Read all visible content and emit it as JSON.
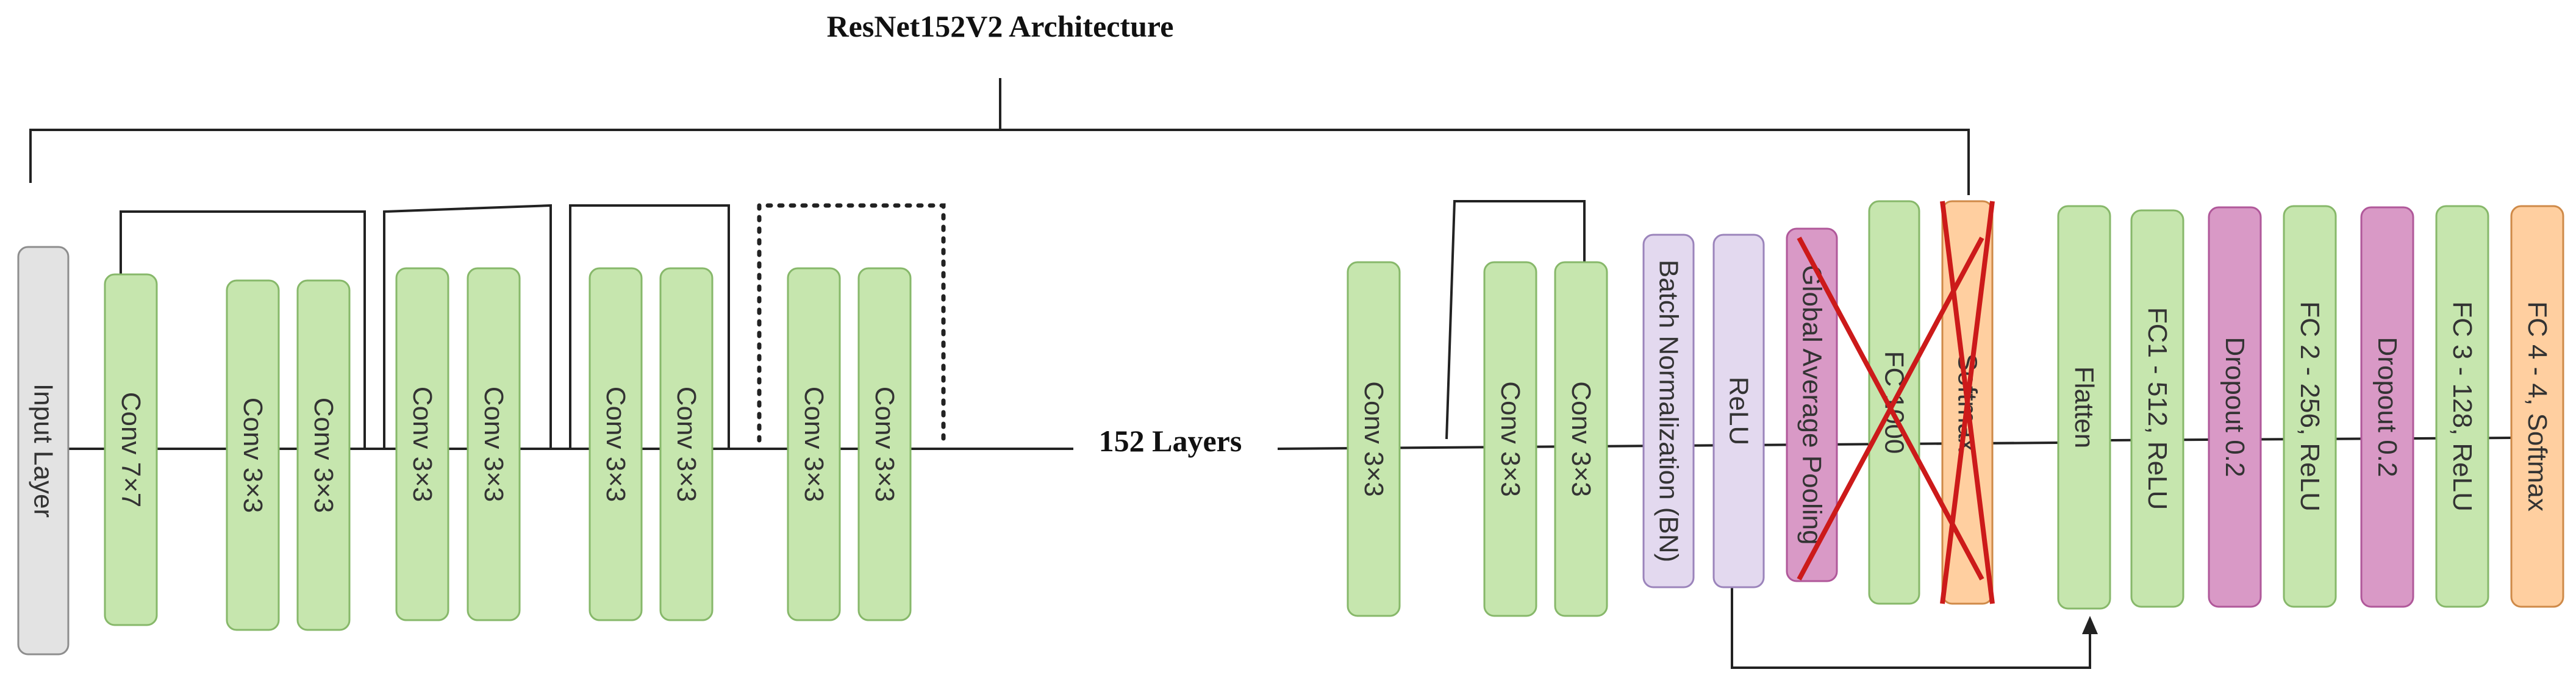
{
  "title": "ResNet152V2 Architecture",
  "middle_label": "152 Layers",
  "colors": {
    "green": "#c6e6ae",
    "green_border": "#87b86a",
    "gray": "#e3e3e3",
    "gray_border": "#8e8e8e",
    "purple": "#e3d9ef",
    "purple_border": "#9b84bb",
    "pink": "#d999c6",
    "pink_border": "#b0589a",
    "orange": "#ffcfa0",
    "orange_border": "#cf8a48",
    "cross": "#cc1a1a",
    "line": "#222222"
  },
  "blocks": [
    {
      "name": "input-layer-block",
      "label": "Input Layer",
      "color": "gray"
    },
    {
      "name": "conv-7x7-block",
      "label": "Conv 7×7",
      "color": "green"
    },
    {
      "name": "conv-3x3-block-1",
      "label": "Conv 3×3",
      "color": "green"
    },
    {
      "name": "conv-3x3-block-2",
      "label": "Conv 3×3",
      "color": "green"
    },
    {
      "name": "conv-3x3-block-3",
      "label": "Conv 3×3",
      "color": "green"
    },
    {
      "name": "conv-3x3-block-4",
      "label": "Conv 3×3",
      "color": "green"
    },
    {
      "name": "conv-3x3-block-5",
      "label": "Conv 3×3",
      "color": "green"
    },
    {
      "name": "conv-3x3-block-6",
      "label": "Conv 3×3",
      "color": "green"
    },
    {
      "name": "conv-3x3-block-7",
      "label": "Conv 3×3",
      "color": "green"
    },
    {
      "name": "conv-3x3-block-8",
      "label": "Conv 3×3",
      "color": "green"
    },
    {
      "name": "conv-3x3-block-9",
      "label": "Conv 3×3",
      "color": "green"
    },
    {
      "name": "conv-3x3-block-10",
      "label": "Conv 3×3",
      "color": "green"
    },
    {
      "name": "conv-3x3-block-11",
      "label": "Conv 3×3",
      "color": "green"
    },
    {
      "name": "batch-normalization-block",
      "label": "Batch Normalization (BN)",
      "color": "purple"
    },
    {
      "name": "relu-block",
      "label": "ReLU",
      "color": "purple"
    },
    {
      "name": "global-average-pooling-block",
      "label": "Global Average Pooling",
      "color": "pink",
      "removed": true
    },
    {
      "name": "fc-1000-block",
      "label": "FC 1000",
      "color": "green",
      "removed": true
    },
    {
      "name": "softmax-block",
      "label": "Softmax",
      "color": "orange",
      "removed": true
    },
    {
      "name": "flatten-block",
      "label": "Flatten",
      "color": "green"
    },
    {
      "name": "fc1-512-relu-block",
      "label": "FC1 - 512, ReLU",
      "color": "green"
    },
    {
      "name": "dropout-block-1",
      "label": "Dropout 0.2",
      "color": "pink"
    },
    {
      "name": "fc2-256-relu-block",
      "label": "FC 2 - 256, ReLU",
      "color": "green"
    },
    {
      "name": "dropout-block-2",
      "label": "Dropout 0.2",
      "color": "pink"
    },
    {
      "name": "fc3-128-relu-block",
      "label": "FC 3 - 128, ReLU",
      "color": "green"
    },
    {
      "name": "fc4-4-softmax-block",
      "label": "FC 4 - 4, Softmax",
      "color": "orange"
    }
  ]
}
